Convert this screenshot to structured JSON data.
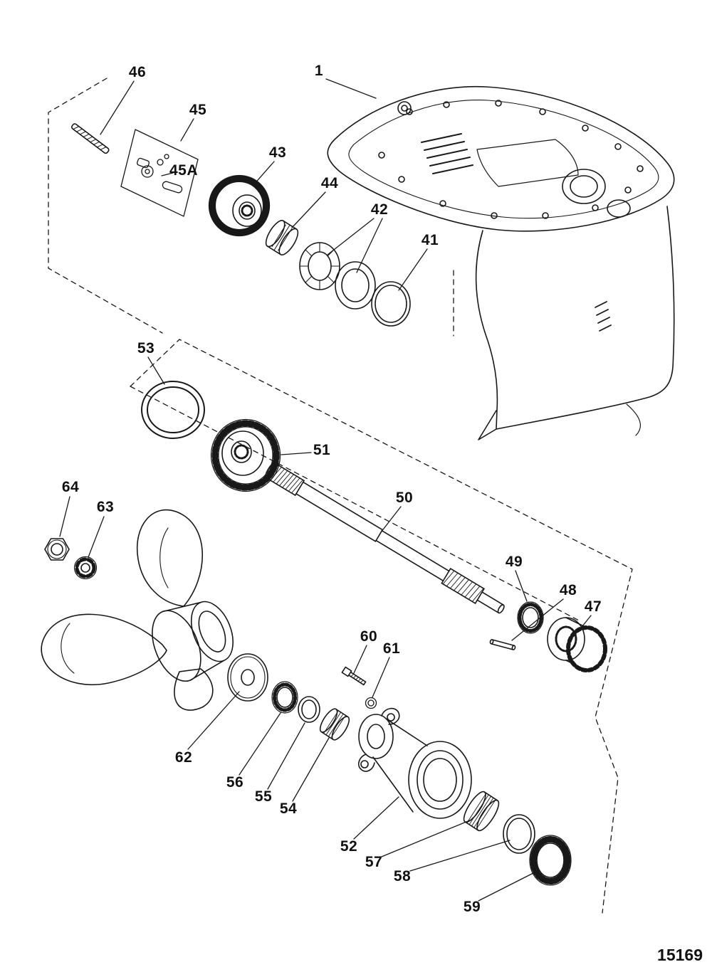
{
  "figure": {
    "number": "15169"
  },
  "callouts": [
    {
      "label": "1"
    },
    {
      "label": "41"
    },
    {
      "label": "42"
    },
    {
      "label": "43"
    },
    {
      "label": "44"
    },
    {
      "label": "45"
    },
    {
      "label": "45A"
    },
    {
      "label": "46"
    },
    {
      "label": "47"
    },
    {
      "label": "48"
    },
    {
      "label": "49"
    },
    {
      "label": "50"
    },
    {
      "label": "51"
    },
    {
      "label": "52"
    },
    {
      "label": "53"
    },
    {
      "label": "54"
    },
    {
      "label": "55"
    },
    {
      "label": "56"
    },
    {
      "label": "57"
    },
    {
      "label": "58"
    },
    {
      "label": "59"
    },
    {
      "label": "60"
    },
    {
      "label": "61"
    },
    {
      "label": "62"
    },
    {
      "label": "63"
    },
    {
      "label": "64"
    }
  ]
}
